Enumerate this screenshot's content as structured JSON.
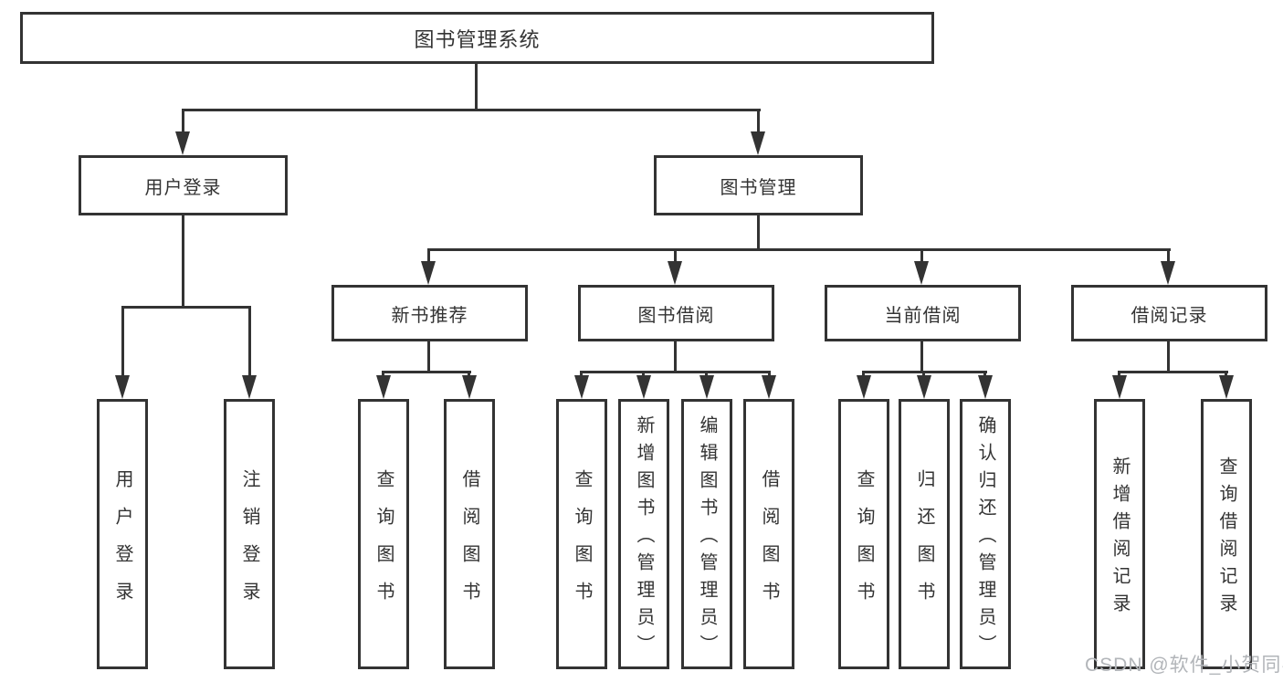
{
  "colors": {
    "line": "#333333",
    "node_border": "#333333",
    "node_fill": "#ffffff",
    "text": "#333333",
    "watermark": "#b2b5b9",
    "background": "#ffffff"
  },
  "watermark": {
    "text": "CSDN @软件_小贺同学"
  },
  "tree": {
    "label": "图书管理系统",
    "children": [
      {
        "label": "用户登录",
        "children": [
          {
            "label": "用户登录"
          },
          {
            "label": "注销登录"
          }
        ]
      },
      {
        "label": "图书管理",
        "children": [
          {
            "label": "新书推荐",
            "children": [
              {
                "label": "查询图书"
              },
              {
                "label": "借阅图书"
              }
            ]
          },
          {
            "label": "图书借阅",
            "children": [
              {
                "label": "查询图书"
              },
              {
                "label": "新增图书（管理员）"
              },
              {
                "label": "编辑图书（管理员）"
              },
              {
                "label": "借阅图书"
              }
            ]
          },
          {
            "label": "当前借阅",
            "children": [
              {
                "label": "查询图书"
              },
              {
                "label": "归还图书"
              },
              {
                "label": "确认归还（管理员）"
              }
            ]
          },
          {
            "label": "借阅记录",
            "children": [
              {
                "label": "新增借阅记录"
              },
              {
                "label": "查询借阅记录"
              }
            ]
          }
        ]
      }
    ]
  }
}
